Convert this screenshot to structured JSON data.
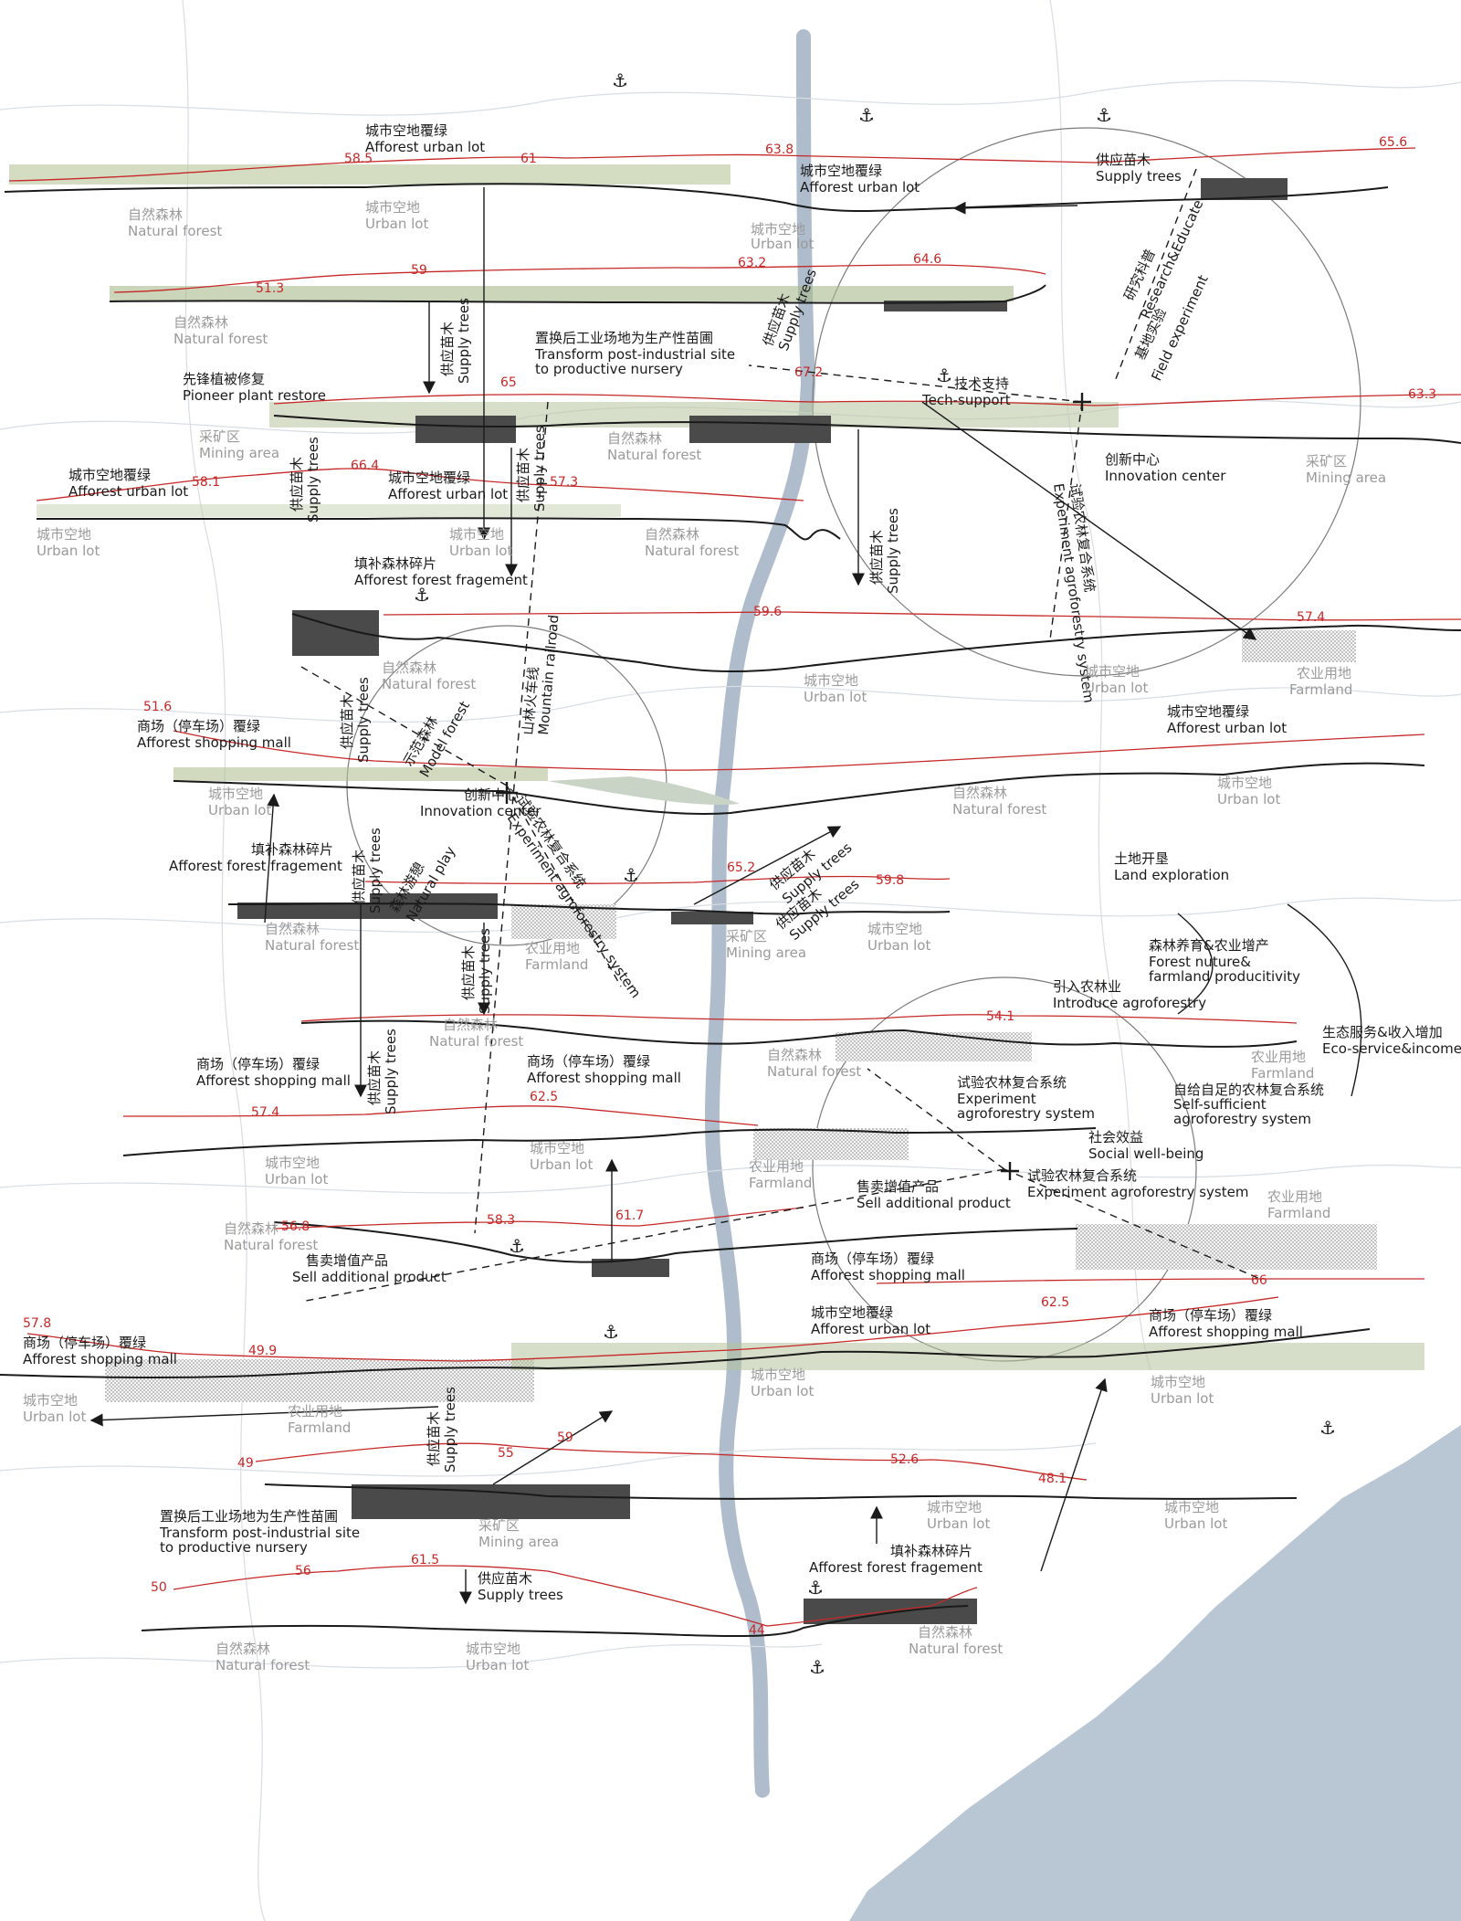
{
  "colors": {
    "water": "#b9c6d4",
    "river": "#aebccb",
    "contour": "#d7dde3",
    "ground": "#1a1a1a",
    "dark_block": "#4a4a4a",
    "hatch": "#9e9e9e",
    "elevation_line": "#c62828",
    "label_dark": "#1a1a1a",
    "label_grey": "#9a9a9a"
  },
  "icons": {
    "anchor": "anchor-icon",
    "crosshair": "crosshair-icon"
  },
  "labels": {
    "l1": "城市空地覆绿",
    "l2": "Afforest urban lot",
    "l3": "城市空地覆绿",
    "l4": "Afforest urban lot",
    "l5": "供应苗木",
    "l6": "Supply trees",
    "l7": "自然森林",
    "l8": "Natural forest",
    "l9": "城市空地",
    "l10": "Urban lot",
    "l11": "城市空地",
    "l12": "Urban lot",
    "l13": "自然森林",
    "l14": "Natural forest",
    "l15": "置换后工业场地为生产性苗圃",
    "l16": "Transform post-industrial site",
    "l17": "to productive nursery",
    "l18": "先锋植被修复",
    "l19": "Pioneer plant restore",
    "l20": "采矿区",
    "l21": "Mining area",
    "l22": "技术支持",
    "l23": "Tech-support",
    "l24": "基地实验",
    "l25": "Field experiment",
    "l26": "研究科普",
    "l27": "Research&Educate",
    "l28": "创新中心",
    "l29": "Innovation center",
    "l30": "采矿区",
    "l31": "Mining area",
    "l32": "城市空地覆绿",
    "l33": "Afforest urban lot",
    "l34": "城市空地覆绿",
    "l35": "Afforest urban lot",
    "l36": "城市空地",
    "l37": "Urban lot",
    "l38": "城市空地",
    "l39": "Urban lot",
    "l40": "自然森林",
    "l41": "Natural forest",
    "l42": "自然森林",
    "l43": "Natural forest",
    "l44": "填补森林碎片",
    "l45": "Afforest forest fragement",
    "l46": "试验农林复合系统",
    "l47": "Experiment agroforestry system",
    "l48": "供应苗木",
    "l49": "Supply trees",
    "l50": "山林火车线",
    "l51": "Mountain railroad",
    "l52": "自然森林",
    "l53": "Natural forest",
    "l54": "城市空地",
    "l55": "Urban lot",
    "l56": "城市空地",
    "l57": "Urban lot",
    "l58": "农业用地",
    "l59": "Farmland",
    "l60": "商场（停车场）覆绿",
    "l61": "Afforest shopping mall",
    "l62": "示范森林",
    "l63": "Model forest",
    "l64": "城市空地覆绿",
    "l65": "Afforest urban lot",
    "l66": "城市空地",
    "l67": "Urban lot",
    "l68": "创新中心",
    "l69": "Innovation center",
    "l70": "自然森林",
    "l71": "Natural forest",
    "l72": "城市空地",
    "l73": "Urban lot",
    "l74": "填补森林碎片",
    "l75": "Afforest forest fragement",
    "l76": "森林游憩",
    "l77": "Natural play",
    "l78": "试验农林复合系统",
    "l79": "Experiment agroforestry system",
    "l80": "供应苗木",
    "l81": "Supply trees",
    "l82": "土地开垦",
    "l83": "Land exploration",
    "l84": "自然森林",
    "l85": "Natural forest",
    "l86": "农业用地",
    "l87": "Farmland",
    "l88": "采矿区",
    "l89": "Mining area",
    "l90": "城市空地",
    "l91": "Urban lot",
    "l92": "森林养育&农业增产",
    "l93": "Forest nuture&",
    "l94": "farmland producitivity",
    "l95": "引入农林业",
    "l96": "Introduce agroforestry",
    "l97": "生态服务&收入增加",
    "l98": "Eco-service&income",
    "l99": "自然森林",
    "l100": "Natural forest",
    "l101": "商场（停车场）覆绿",
    "l102": "Afforest shopping mall",
    "l103": "商场（停车场）覆绿",
    "l104": "Afforest shopping mall",
    "l105": "自然森林",
    "l106": "Natural forest",
    "l107": "农业用地",
    "l108": "Farmland",
    "l109": "试验农林复合系统",
    "l110": "Experiment",
    "l111": "agroforestry system",
    "l112": "自给自足的农林复合系统",
    "l113": "Self-sufficient",
    "l114": "agroforestry system",
    "l115": "城市空地",
    "l116": "Urban lot",
    "l117": "城市空地",
    "l118": "Urban lot",
    "l119": "农业用地",
    "l120": "Farmland",
    "l121": "社会效益",
    "l122": "Social well-being",
    "l123": "售卖增值产品",
    "l124": "Sell additional product",
    "l125": "试验农林复合系统",
    "l126": "Experiment agroforestry system",
    "l127": "自然森林",
    "l128": "Natural forest",
    "l129": "农业用地",
    "l130": "Farmland",
    "l131": "售卖增值产品",
    "l132": "Sell additional product",
    "l133": "商场（停车场）覆绿",
    "l134": "Afforest shopping mall",
    "l135": "商场（停车场）覆绿",
    "l136": "Afforest shopping mall",
    "l137": "城市空地覆绿",
    "l138": "Afforest urban lot",
    "l139": "商场（停车场）覆绿",
    "l140": "Afforest shopping mall",
    "l141": "城市空地",
    "l142": "Urban lot",
    "l143": "城市空地",
    "l144": "Urban lot",
    "l145": "城市空地",
    "l146": "Urban lot",
    "l147": "农业用地",
    "l148": "Farmland",
    "l149": "供应苗木",
    "l150": "Supply trees",
    "l151": "城市空地",
    "l152": "Urban lot",
    "l153": "城市空地",
    "l154": "Urban lot",
    "l155": "置换后工业场地为生产性苗圃",
    "l156": "Transform post-industrial site",
    "l157": "to productive nursery",
    "l158": "采矿区",
    "l159": "Mining area",
    "l160": "填补森林碎片",
    "l161": "Afforest forest fragement",
    "l162": "供应苗木",
    "l163": "Supply trees",
    "l164": "自然森林",
    "l165": "Natural forest",
    "l166": "城市空地",
    "l167": "Urban lot",
    "l168": "自然森林",
    "l169": "Natural forest",
    "l170": "供应苗木",
    "l171": "Supply trees",
    "l172": "供应苗木",
    "l173": "Supply trees",
    "l174": "供应苗木",
    "l175": "Supply trees",
    "l176": "供应苗木",
    "l177": "Supply trees",
    "l178": "供应苗木",
    "l179": "Supply trees",
    "l180": "供应苗木",
    "l181": "Supply trees",
    "l182": "供应苗木",
    "l183": "Supply trees",
    "l184": "供应苗木",
    "l185": "Supply trees",
    "l186": "供应苗木",
    "l187": "Supply trees"
  },
  "elevations": [
    "58.5",
    "61",
    "63.8",
    "65.6",
    "51.3",
    "59",
    "63.2",
    "64.6",
    "65",
    "67.2",
    "63.3",
    "58.1",
    "66.4",
    "57.3",
    "59.6",
    "57.4",
    "51.6",
    "65.2",
    "59.8",
    "54.1",
    "57.4",
    "62.5",
    "56.8",
    "58.3",
    "61.7",
    "66",
    "57.8",
    "49.9",
    "62.5",
    "49",
    "55",
    "59",
    "52.6",
    "48.1",
    "50",
    "56",
    "61.5",
    "44"
  ]
}
